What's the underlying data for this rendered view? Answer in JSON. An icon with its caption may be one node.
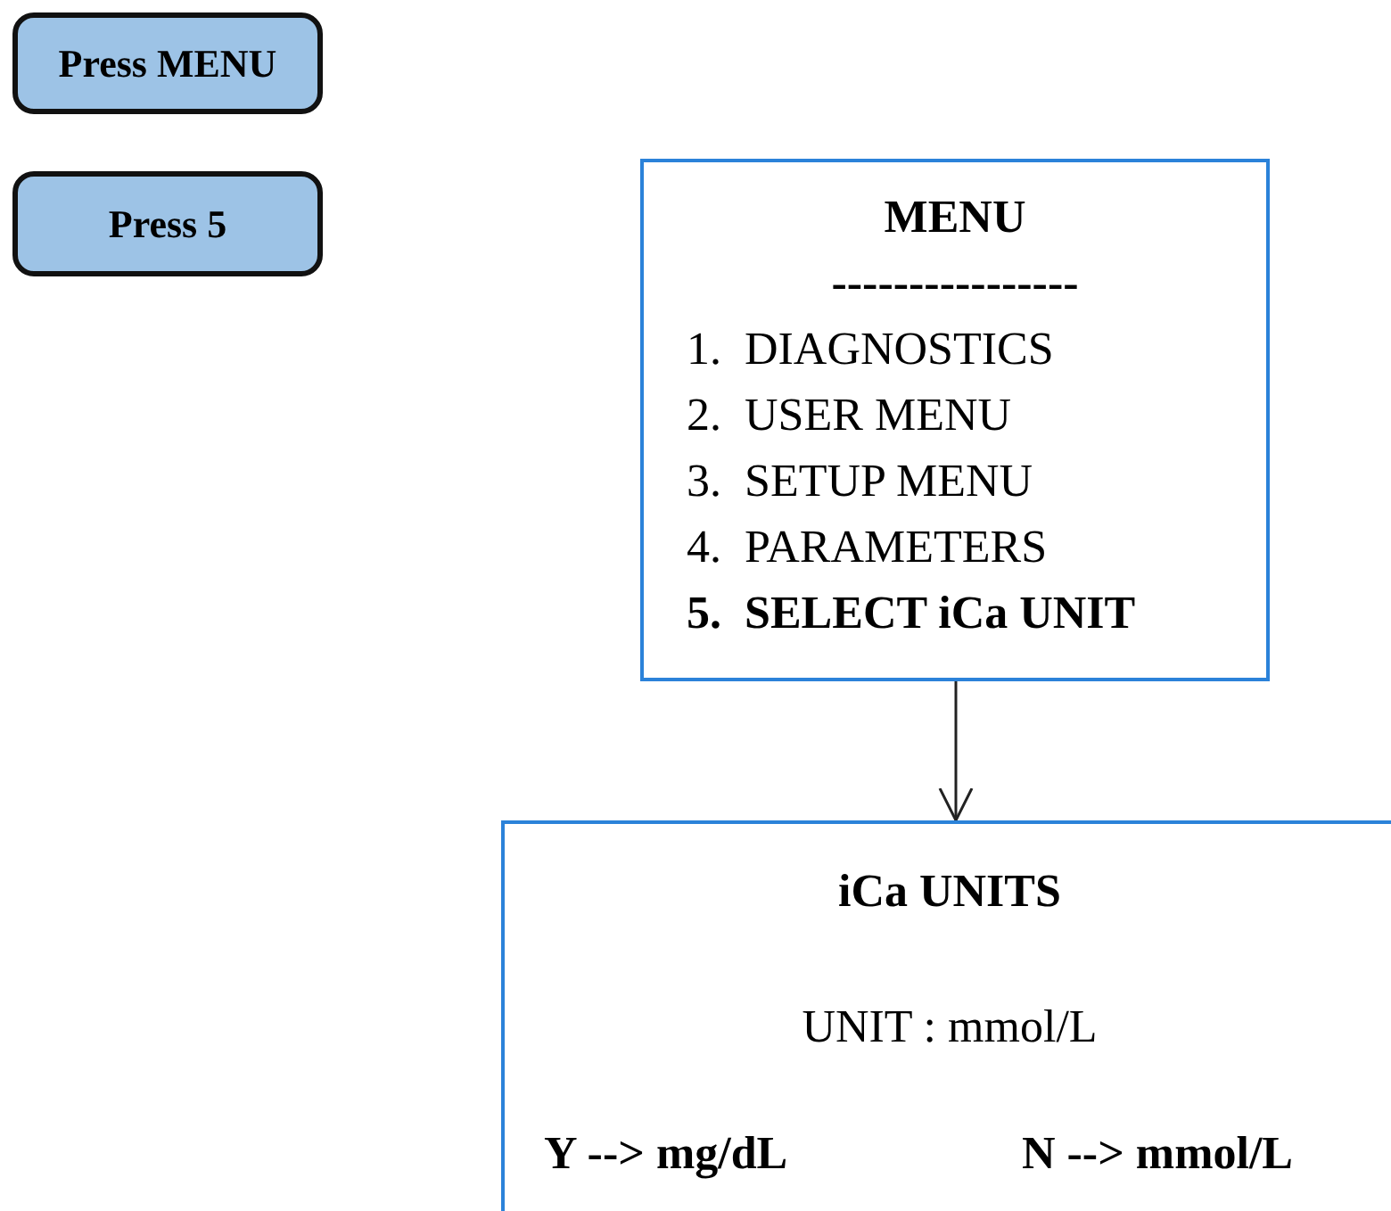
{
  "diagram": {
    "nodes": [
      {
        "text": [
          "Press MENU"
        ]
      },
      {
        "text": [
          "Press 5"
        ]
      },
      {
        "text": [
          "MENU",
          "----------------",
          "1.  DIAGNOSTICS",
          "2.  USER MENU",
          "3.  SETUP MENU",
          "4.  PARAMETERS",
          "5.  SELECT iCa UNIT"
        ]
      },
      {
        "text": [
          "iCa UNITS",
          "UNIT : mmol/L",
          "Y --> mg/dL",
          "N --> mmol/L"
        ]
      }
    ],
    "edges": [
      {
        "from": 2,
        "to": 3,
        "arrow": "to"
      }
    ]
  }
}
